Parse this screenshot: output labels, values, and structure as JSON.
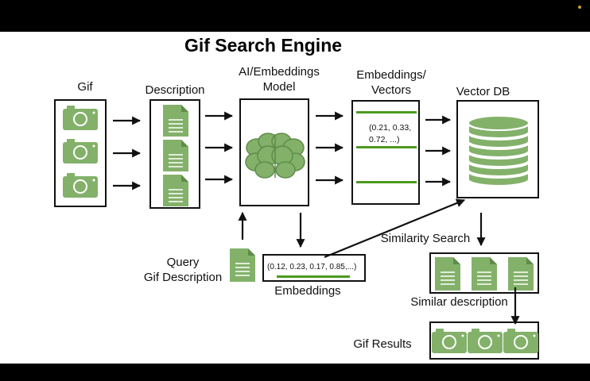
{
  "title": "Gif Search Engine",
  "labels": {
    "gif": "Gif",
    "description": "Description",
    "model": "AI/Embeddings\nModel",
    "vectors": "Embeddings/\nVectors",
    "vector_db": "Vector DB",
    "query": "Query\nGif Description",
    "embeddings": "Embeddings",
    "similarity_search": "Similarity Search",
    "similar_description": "Similar description",
    "gif_results": "Gif Results"
  },
  "vector_example": "(0.21, 0.33,\n0.72, ...)",
  "query_embedding": "(0.12, 0.23, 0.17, 0.85,...)",
  "colors": {
    "icon_green": "#83b16a",
    "icon_dark": "#5f8c4a",
    "line_green": "#4c9a1e",
    "background": "#ffffff",
    "letterbox": "#000000"
  },
  "icons": [
    "camera-icon",
    "document-icon",
    "brain-icon",
    "database-icon"
  ]
}
